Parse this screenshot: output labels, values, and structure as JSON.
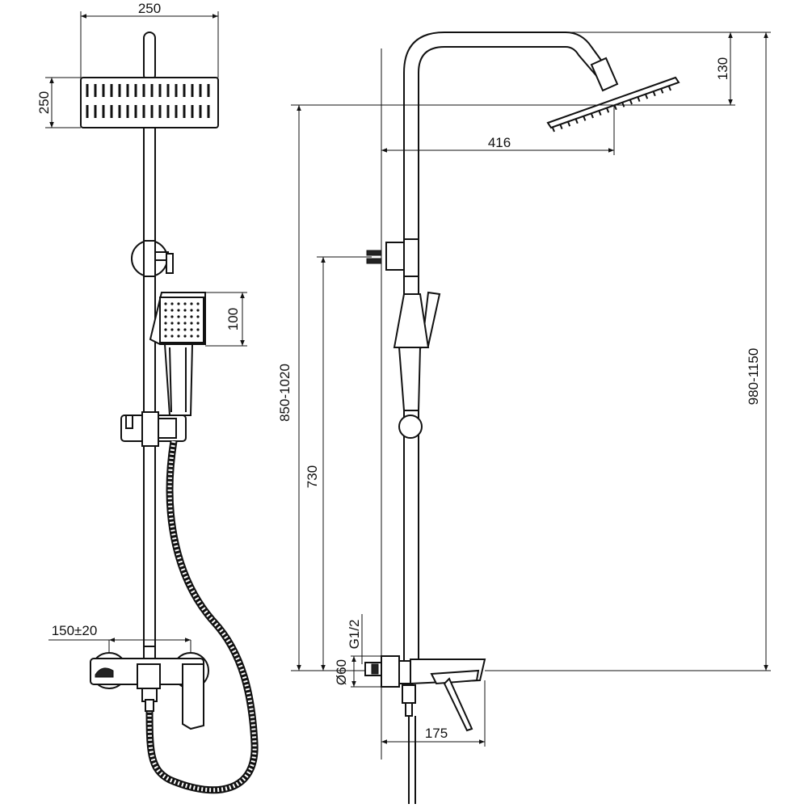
{
  "colors": {
    "line": "#111111",
    "background": "#ffffff"
  },
  "front_view": {
    "dims": {
      "head_width": "250",
      "head_height": "250",
      "hand_shower_height": "100",
      "inlet_spacing": "150±20"
    }
  },
  "side_view": {
    "dims": {
      "head_drop": "130",
      "head_reach": "416",
      "head_height_range": "850-1020",
      "bracket_height": "730",
      "total_height_range": "980-1150",
      "spout_reach": "175",
      "thread": "G1/2",
      "escutcheon_diameter": "Ø60"
    }
  }
}
